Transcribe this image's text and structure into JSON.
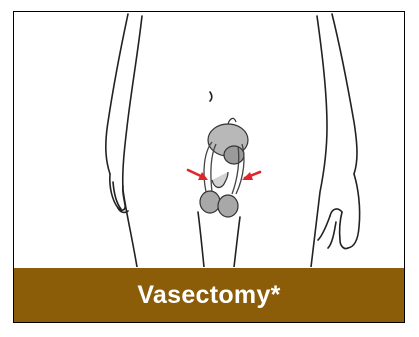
{
  "caption": "Vasectomy*",
  "colors": {
    "caption_background": "#8b5d08",
    "caption_text": "#ffffff",
    "cut_markers": "#e0262a",
    "outline": "#222222",
    "organs": "#b8b8b8"
  },
  "icons": [
    "male-body-outline",
    "reproductive-organs",
    "vas-deferens-tubes",
    "cut-marker-arrows"
  ]
}
